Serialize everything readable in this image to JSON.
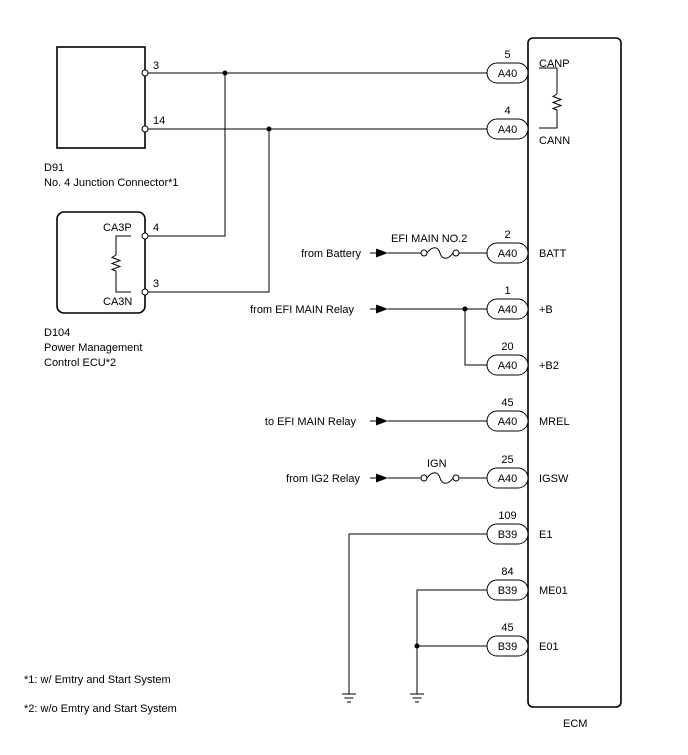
{
  "diagram_title": "",
  "components": {
    "d91": {
      "id": "D91",
      "name": "No. 4 Junction Connector*1",
      "pins": [
        {
          "no": "3",
          "label": ""
        },
        {
          "no": "14",
          "label": ""
        }
      ]
    },
    "d104": {
      "id": "D104",
      "name_line1": "Power Management",
      "name_line2": "Control ECU*2",
      "pins": [
        {
          "no": "4",
          "label": "CA3P"
        },
        {
          "no": "3",
          "label": "CA3N"
        }
      ]
    },
    "ecm": {
      "name": "ECM"
    }
  },
  "ecm_terminals": [
    {
      "pin": "5",
      "connector": "A40",
      "signal": "CANP",
      "source": ""
    },
    {
      "pin": "4",
      "connector": "A40",
      "signal": "CANN",
      "source": ""
    },
    {
      "pin": "2",
      "connector": "A40",
      "signal": "BATT",
      "source": "from Battery",
      "fuse": "EFI MAIN NO.2"
    },
    {
      "pin": "1",
      "connector": "A40",
      "signal": "+B",
      "source": "from EFI MAIN Relay"
    },
    {
      "pin": "20",
      "connector": "A40",
      "signal": "+B2",
      "source": ""
    },
    {
      "pin": "45",
      "connector": "A40",
      "signal": "MREL",
      "source": "to EFI MAIN Relay"
    },
    {
      "pin": "25",
      "connector": "A40",
      "signal": "IGSW",
      "source": "from IG2 Relay",
      "fuse": "IGN"
    },
    {
      "pin": "109",
      "connector": "B39",
      "signal": "E1",
      "source": ""
    },
    {
      "pin": "84",
      "connector": "B39",
      "signal": "ME01",
      "source": ""
    },
    {
      "pin": "45",
      "connector": "B39",
      "signal": "E01",
      "source": ""
    }
  ],
  "footnotes": [
    "*1: w/ Emtry and Start System",
    "*2: w/o Emtry and Start System"
  ]
}
